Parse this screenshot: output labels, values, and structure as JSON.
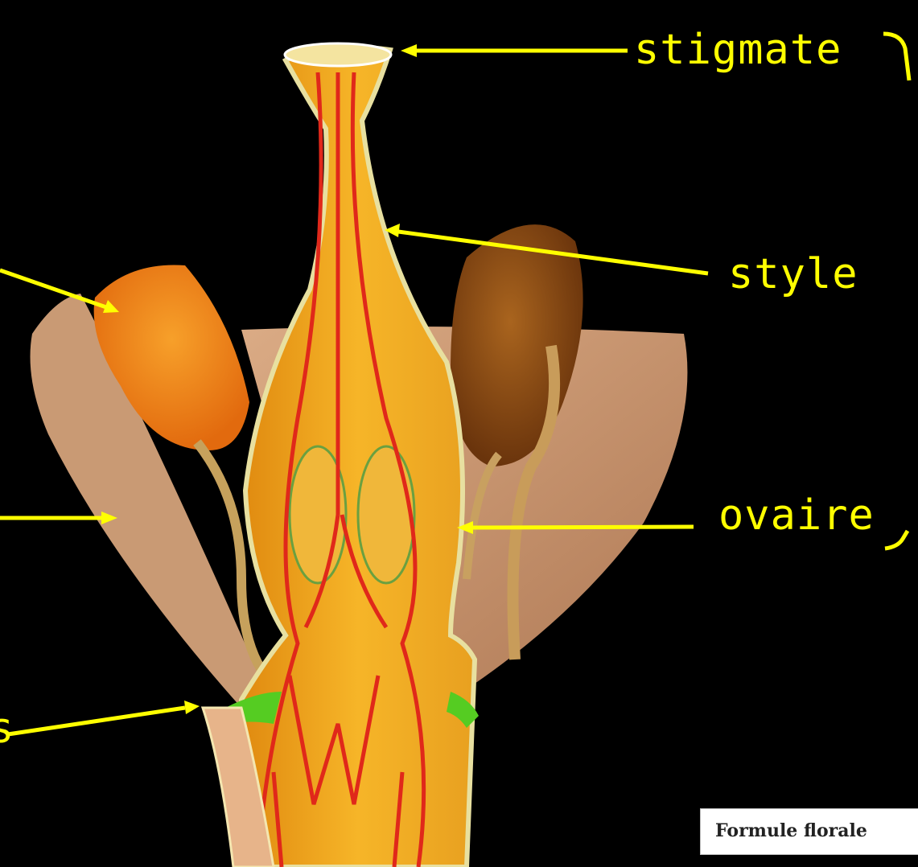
{
  "labels": {
    "stigmate": "stigmate",
    "style": "style",
    "ovaire": "ovaire",
    "partial_left": "s"
  },
  "formule": {
    "text": "Formule florale"
  },
  "colors": {
    "background": "#000000",
    "label": "#ffff00",
    "pistil": "#f2a418",
    "vessels": "#e0281a",
    "petal": "#d9a27a",
    "anther_left": "#f08a1a",
    "anther_right": "#8a4a12",
    "receptacle_edge": "#55cc22"
  }
}
